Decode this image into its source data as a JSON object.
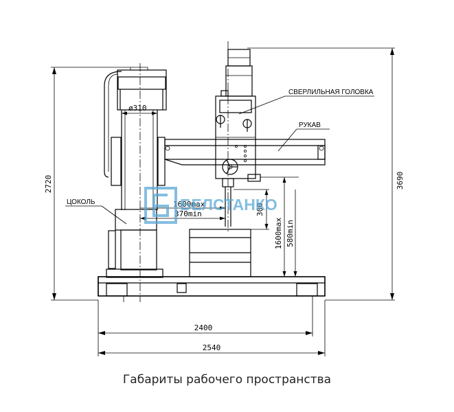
{
  "labels": {
    "drill_head": "СВЕРЛИЛЬНАЯ ГОЛОВКА",
    "arm": "РУКАВ",
    "base": "ЦОКОЛЬ"
  },
  "dimensions": {
    "column_diameter": "ø310",
    "height_total": "3690",
    "height_column": "2720",
    "width_inner": "2400",
    "width_outer": "2540",
    "spindle_max": "1600max",
    "spindle_min": "370min",
    "stroke": "300",
    "table_max": "1600max",
    "table_min": "580min"
  },
  "watermark": "БЕЛСТАНКО",
  "caption": "Габариты рабочего пространства"
}
